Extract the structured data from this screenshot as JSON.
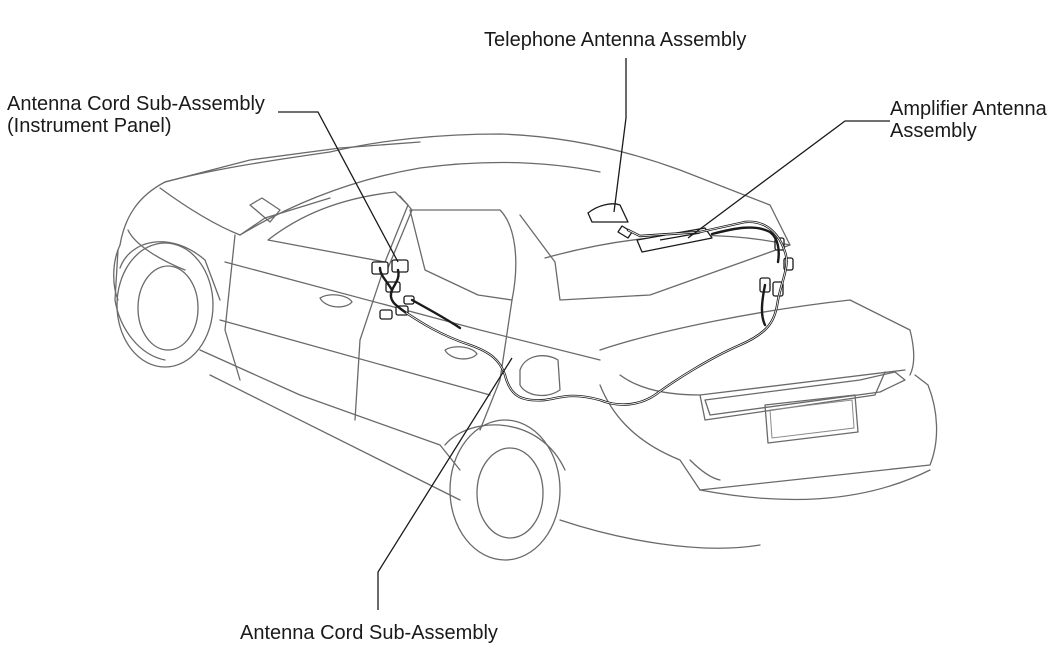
{
  "labels": {
    "telephone_antenna": "Telephone Antenna Assembly",
    "amplifier_antenna_line1": "Amplifier Antenna",
    "amplifier_antenna_line2": "Assembly",
    "cord_instrument_line1": "Antenna Cord Sub-Assembly",
    "cord_instrument_line2": "(Instrument Panel)",
    "cord_main": "Antenna Cord Sub-Assembly"
  },
  "colors": {
    "ink": "#1a1a1a",
    "car_outline": "#6a6a6a",
    "background": "#ffffff"
  }
}
